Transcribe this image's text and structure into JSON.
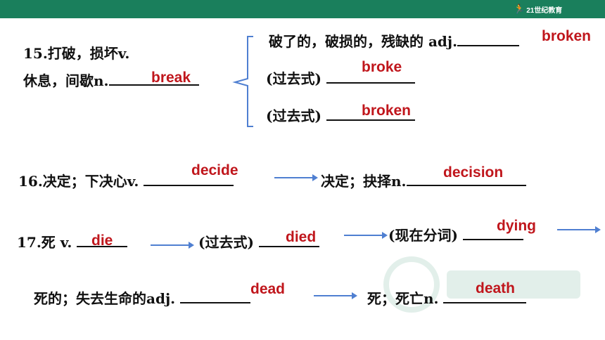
{
  "header": {
    "logo_text": "21世纪教育",
    "bar_color": "#1a7f5c"
  },
  "q15": {
    "line1": "15.打破，损坏v.",
    "line2": "休息，间歇n.",
    "answer": "break",
    "b1_text": "破了的，破损的，残缺的 adj.",
    "b1_answer": "broken",
    "b2_text": "(过去式)",
    "b2_answer": "broke",
    "b3_text": "(过去式)",
    "b3_answer": "broken"
  },
  "q16": {
    "text": "16.决定；下决心v.",
    "answer": "decide",
    "noun_text": "决定；抉择n.",
    "noun_answer": "decision"
  },
  "q17": {
    "text": "17.死 v.",
    "answer": "die",
    "past_text": "(过去式)",
    "past_answer": "died",
    "pp_text": "(现在分词)",
    "pp_answer": "dying"
  },
  "q17b": {
    "adj_text": "死的；失去生命的adj.",
    "adj_answer": "dead",
    "noun_text": "死；死亡n.",
    "noun_answer": "death"
  },
  "colors": {
    "answer": "#c0161c",
    "arrow": "#4f7fd1",
    "brace": "#4f7fd1"
  }
}
